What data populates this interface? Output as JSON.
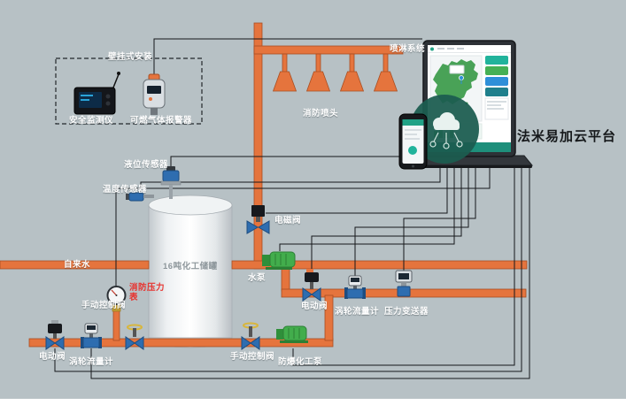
{
  "colors": {
    "background": "#b7c1c5",
    "pipe_orange": "#e5743d",
    "pipe_edge": "#a84e22",
    "valve_blue": "#2e6db0",
    "pump_green": "#42ad4c",
    "platform_teal": "#21a286",
    "badge_teal": "#1c5c50",
    "alert_red": "#e8322e"
  },
  "wall_mount": {
    "title": "壁挂式安装",
    "monitor_label": "安全监测仪",
    "alarm_label": "可燃气体报警器"
  },
  "spray": {
    "system_label": "喷淋系统",
    "sprinkler_label": "消防喷头"
  },
  "platform": {
    "title": "法米易加云平台"
  },
  "supply": {
    "tap_water": "自来水"
  },
  "tank": {
    "label": "16吨化工储罐"
  },
  "devices": {
    "level_sensor": "液位传感器",
    "temp_sensor": "温度传感器",
    "solenoid_valve": "电磁阀",
    "water_pump": "水泵",
    "fire_pressure_gauge": "消防压力表",
    "manual_valve_a": "手动控制阀",
    "electric_valve_mid": "电动阀",
    "turbine_meter_mid": "涡轮流量计",
    "pressure_transmitter": "压力变送器",
    "electric_valve_bottom": "电动阀",
    "turbine_meter_bottom": "涡轮流量计",
    "manual_valve_b": "手动控制阀",
    "exproof_pump": "防爆化工泵"
  }
}
